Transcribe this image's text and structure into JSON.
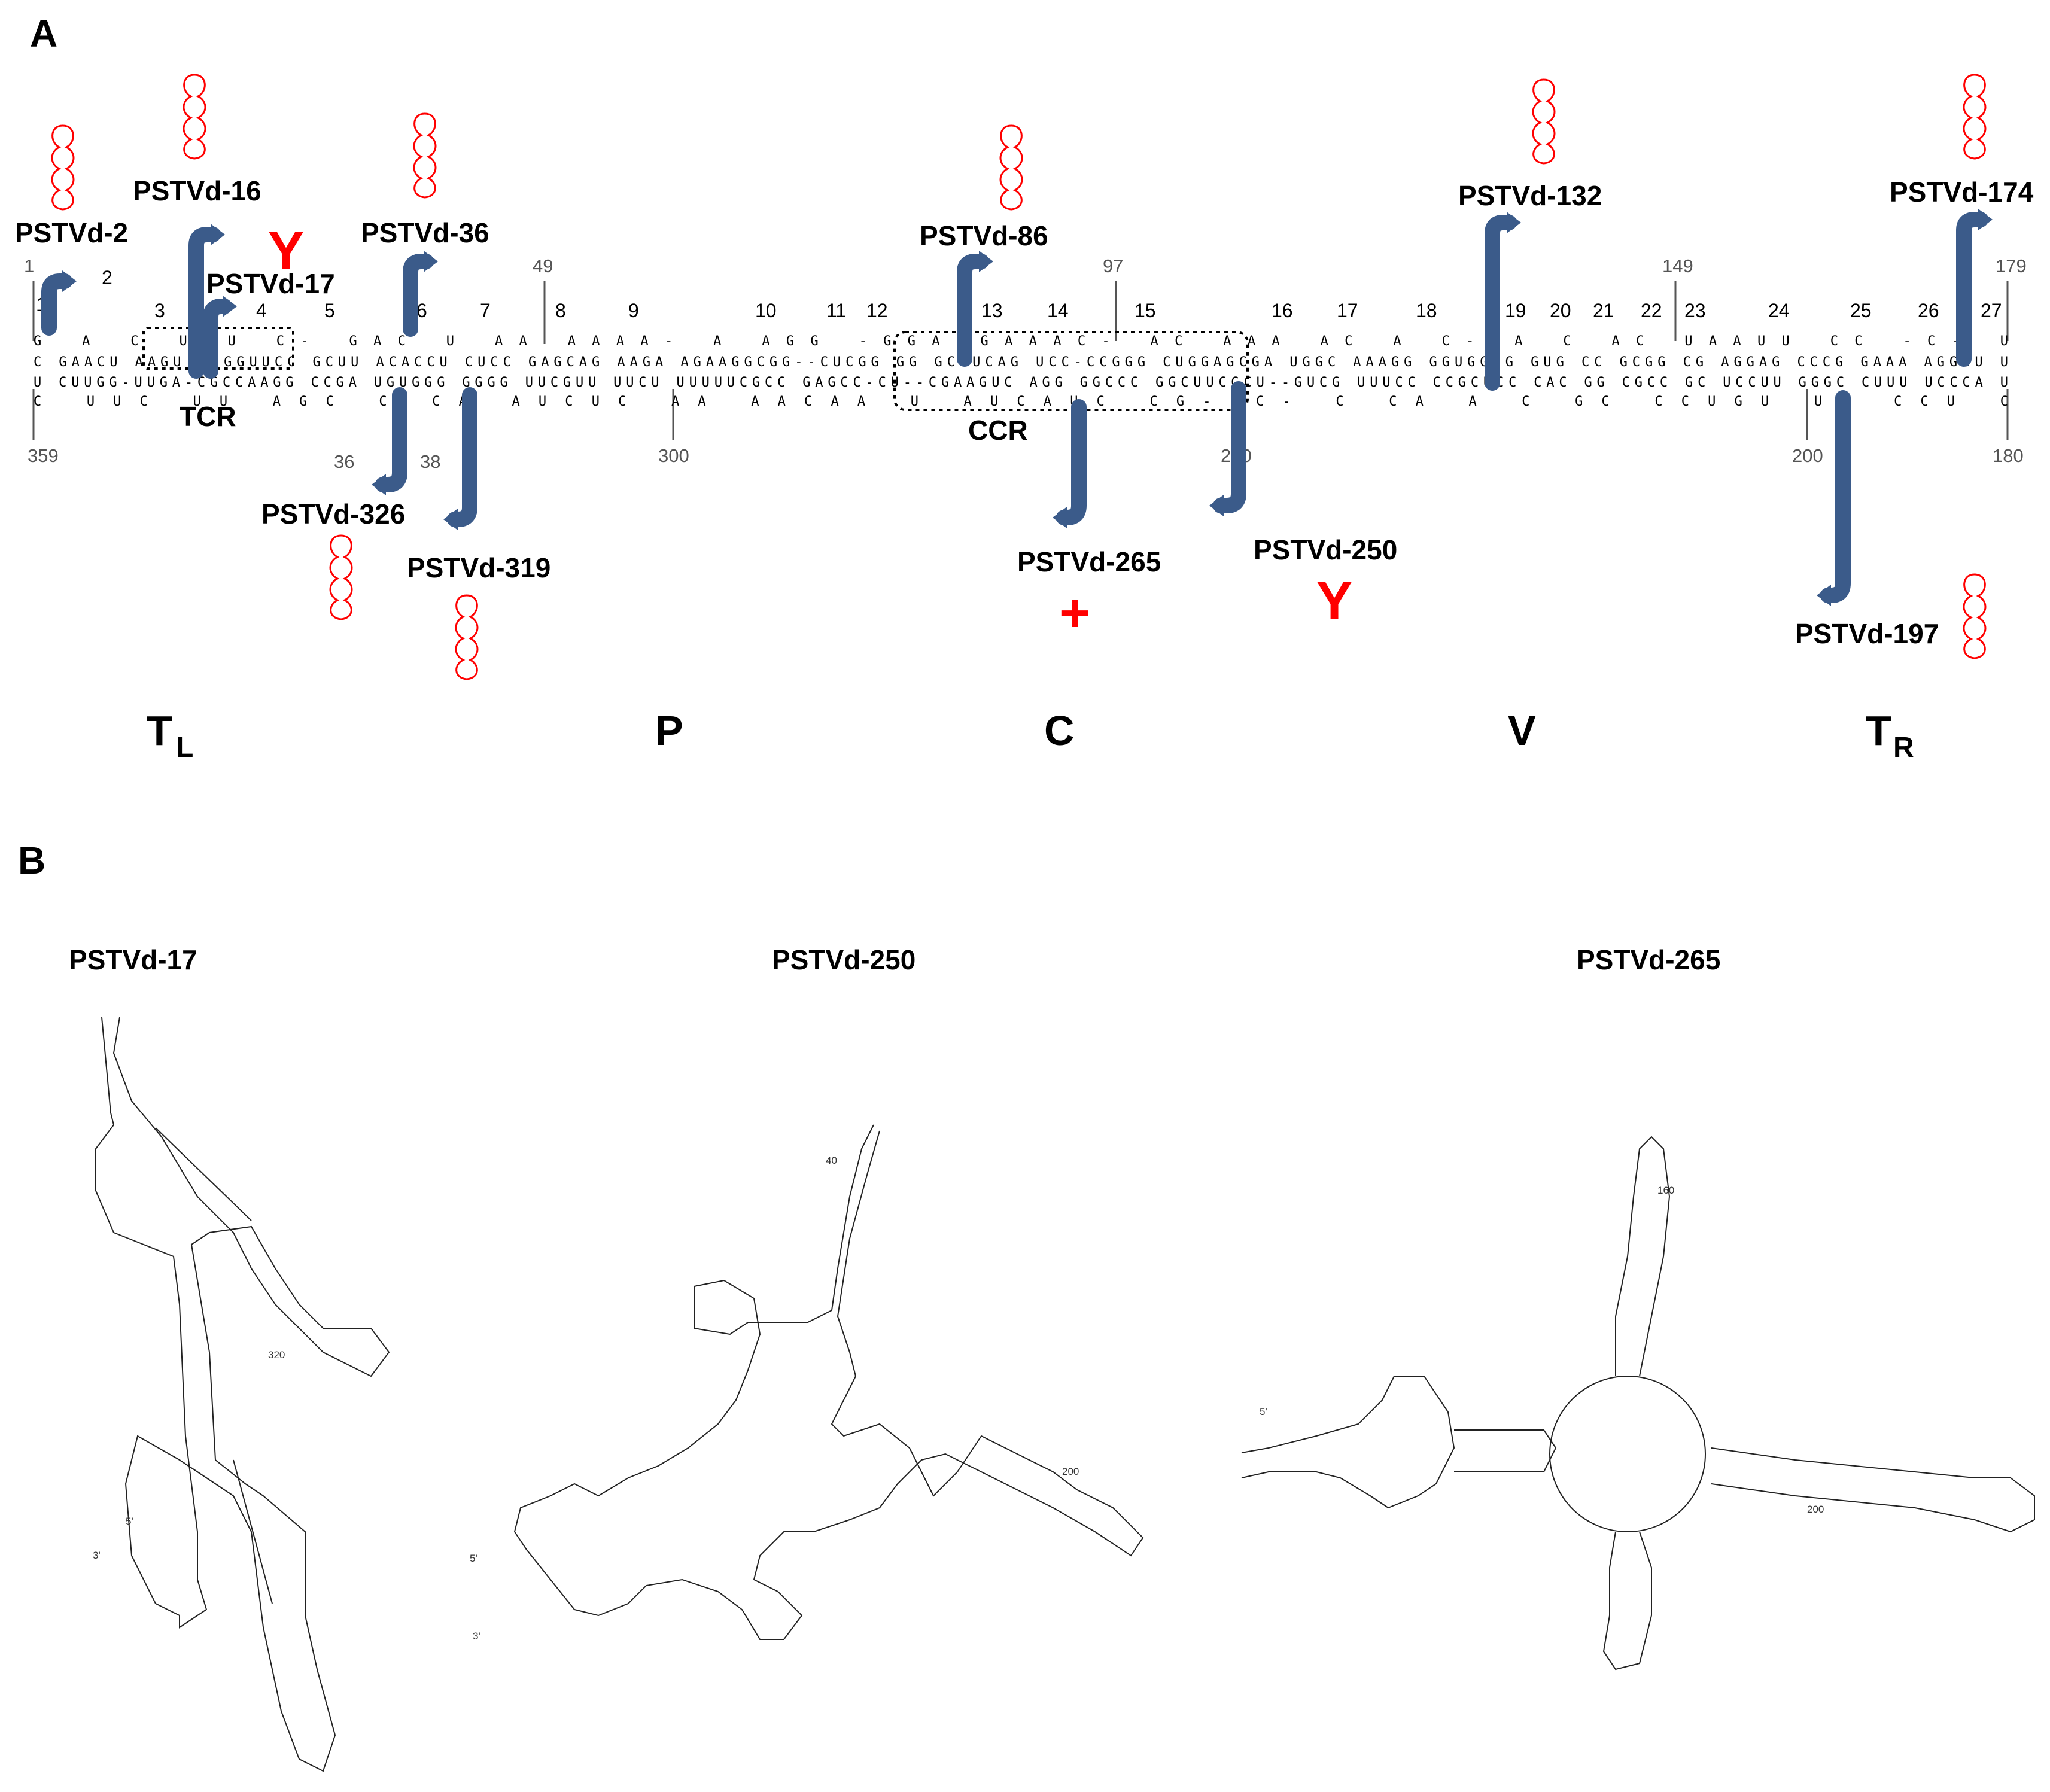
{
  "panelA": {
    "label": "A",
    "positions": [
      "1",
      "49",
      "97",
      "149",
      "179",
      "359",
      "300",
      "200",
      "180",
      "36",
      "38",
      "210"
    ],
    "loops": [
      "1",
      "2",
      "3",
      "4",
      "5",
      "6",
      "7",
      "8",
      "9",
      "10",
      "11",
      "12",
      "13",
      "14",
      "15",
      "16",
      "17",
      "18",
      "19",
      "20",
      "21",
      "22",
      "23",
      "24",
      "25",
      "26",
      "27"
    ],
    "seq_top_loops": "G        A              C         UGU          C-         GAC        U            AA      AAAA-                                  A   AGG           -GGA            GAAAC-           AC     AAA     AC           A     C-    A      C   AC       UAAUU    CC      -C-    U",
    "seq_top_stem": "C GAACU AAGU CUGGUUCC  GCUU   ACACCU   CUCC  GAGCAG   AAGA       AGAAGGCGG--CUCGG  GG  GCUUCAG      UCC-CCGGG      CUGGAGCGA  UGGC    AAAGG   GGUGGGG  GUG   CC GCGG  CG  AGGAG      CCCG   GAAA   AGGGU U",
    "seq_bot_stem": "U CUUGG-UUGA-CGCCAAGG  CCGA   UGUGGG   GGGG  UUCGUU   UUCU       UUUUUCGCC   GAGCC-CU--CGAAGUC      AGG GGCCC      GGCUUCGCU--GUCG  UUUCC   CCGCUCC  CAC   GG CGCC  GC  UCCUU      GGGC   CUUU   UCCCA U",
    "seq_bot_loops": "C                       UUC     UU        AGC    C        CA     AUCUC              AA                       AACAA   U       AUCAUC                   CG-      C-          C     CA    A      C   GC      CCUGU    UU     CCU    C",
    "probes": {
      "pstvd2": "PSTVd-2",
      "pstvd16": "PSTVd-16",
      "pstvd17": "PSTVd-17",
      "pstvd36": "PSTVd-36",
      "pstvd86": "PSTVd-86",
      "pstvd132": "PSTVd-132",
      "pstvd174": "PSTVd-174",
      "pstvd326": "PSTVd-326",
      "pstvd319": "PSTVd-319",
      "pstvd265": "PSTVd-265",
      "pstvd250": "PSTVd-250",
      "pstvd197": "PSTVd-197"
    },
    "regions": {
      "tcr": "TCR",
      "ccr": "CCR"
    },
    "domains": {
      "tl": "T",
      "tl_sub": "L",
      "p": "P",
      "c": "C",
      "v": "V",
      "tr": "T",
      "tr_sub": "R"
    },
    "marks": {
      "y1": "Y",
      "plus": "+",
      "y2": "Y"
    },
    "colors": {
      "arrow": "#3b5b8a",
      "hairpin": "#ff0000",
      "mark": "#ff0000"
    }
  },
  "panelB": {
    "label": "B",
    "structures": {
      "s17": {
        "title": "PSTVd-17",
        "num": "320",
        "five": "5'",
        "three": "3'"
      },
      "s250": {
        "title": "PSTVd-250",
        "num1": "40",
        "num2": "200",
        "five": "5'",
        "three": "3'"
      },
      "s265": {
        "title": "PSTVd-265",
        "num1": "160",
        "num2": "200",
        "five": "5'"
      }
    },
    "pair_colors": {
      "gc": "#e02020",
      "au": "#2030c0",
      "gu": "#20a020"
    }
  }
}
